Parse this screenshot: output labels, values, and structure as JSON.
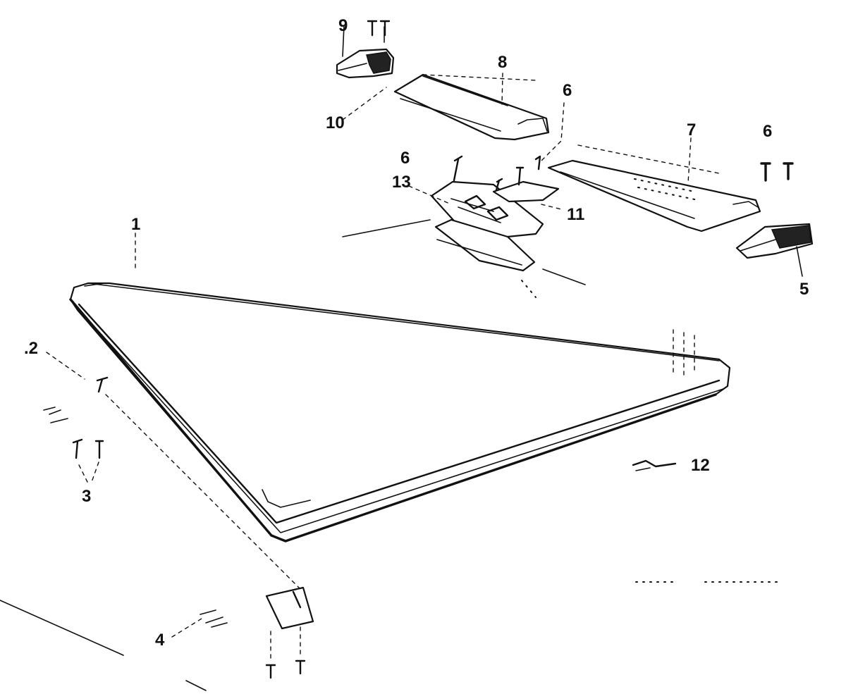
{
  "diagram": {
    "type": "exploded-parts-view",
    "callouts": [
      {
        "id": "c1",
        "text": "1"
      },
      {
        "id": "c2",
        "text": ".2"
      },
      {
        "id": "c3",
        "text": "3"
      },
      {
        "id": "c4",
        "text": "4"
      },
      {
        "id": "c5",
        "text": "5"
      },
      {
        "id": "c6a",
        "text": "6"
      },
      {
        "id": "c6b",
        "text": "6"
      },
      {
        "id": "c6c",
        "text": "6"
      },
      {
        "id": "c7",
        "text": "7"
      },
      {
        "id": "c8",
        "text": "8"
      },
      {
        "id": "c9",
        "text": "9"
      },
      {
        "id": "c10",
        "text": "10"
      },
      {
        "id": "c11",
        "text": "11"
      },
      {
        "id": "c12",
        "text": "12"
      },
      {
        "id": "c13",
        "text": "13"
      }
    ]
  }
}
